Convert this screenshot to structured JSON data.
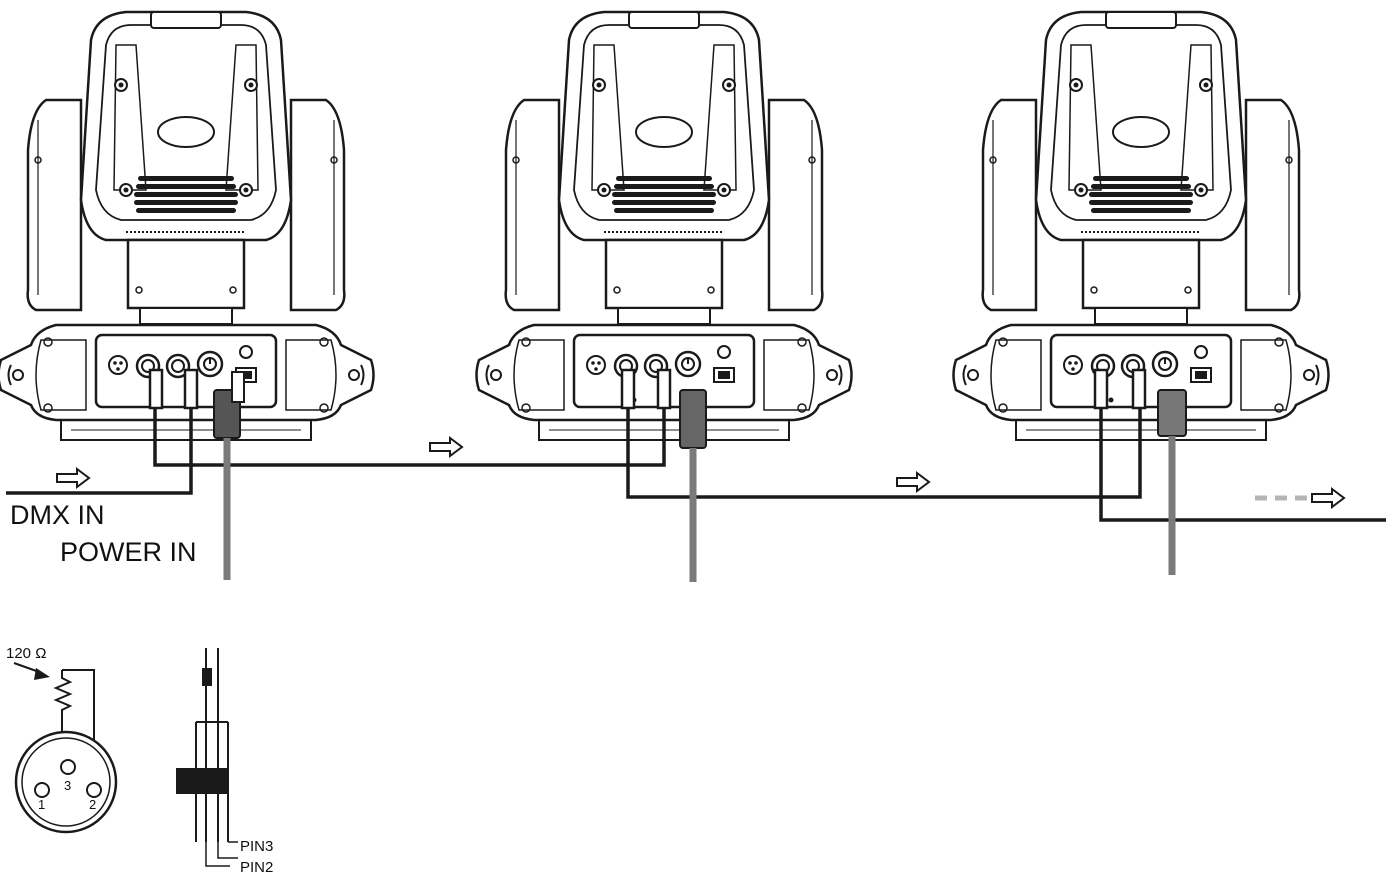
{
  "labels": {
    "dmx_in": "DMX IN",
    "power_in": "POWER IN",
    "resistor": "120 Ω",
    "pin_1": "1",
    "pin_2": "2",
    "pin_3": "3",
    "pin3_label": "PIN3",
    "pin2_label": "PIN2"
  },
  "fixtures": [
    {
      "id": "fixture-1"
    },
    {
      "id": "fixture-2"
    },
    {
      "id": "fixture-3"
    }
  ],
  "colors": {
    "line": "#1a1a1a",
    "power_cable": "#7a7a7a",
    "continuation": "#b5b5b5"
  },
  "icons": [
    "signal-arrow-icon",
    "power-switch-icon",
    "xlr-connector-icon",
    "power-plug-icon"
  ]
}
